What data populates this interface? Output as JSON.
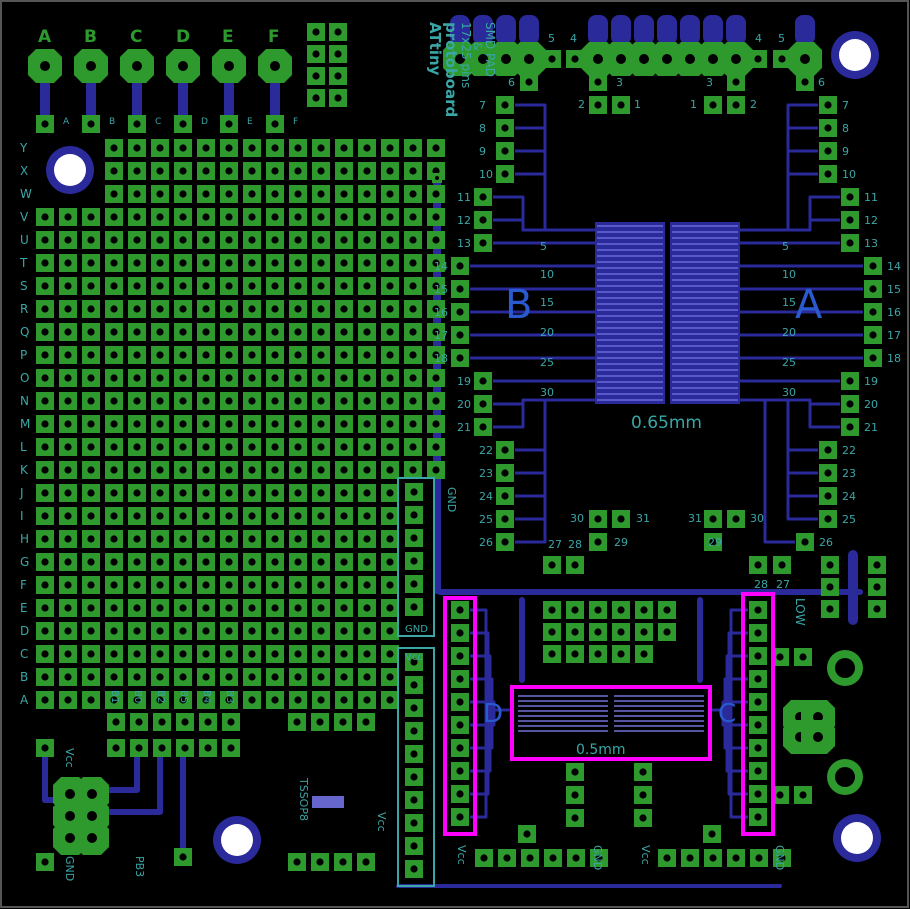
{
  "board": {
    "title": "ATtiny",
    "subtitle": "protoboard",
    "pins_text": "17x25 pins",
    "amp_text": "&",
    "smd_text": "SMD PAD"
  },
  "colors": {
    "background": "#000000",
    "copper": "#2a2a9a",
    "pad": "#2e9a2e",
    "silk": "#3aa6a6",
    "highlight": "#ff00ff"
  },
  "top_headers": [
    "A",
    "B",
    "C",
    "D",
    "E",
    "F"
  ],
  "top_header_small": [
    "A",
    "B",
    "C",
    "D",
    "E",
    "F"
  ],
  "row_labels": [
    "Y",
    "X",
    "W",
    "V",
    "U",
    "T",
    "S",
    "R",
    "Q",
    "P",
    "O",
    "N",
    "M",
    "L",
    "K",
    "J",
    "I",
    "H",
    "G",
    "F",
    "E",
    "D",
    "C",
    "B",
    "A"
  ],
  "bottom_pin_labels": [
    "B1",
    "B0",
    "B2",
    "B5",
    "B4",
    "B3"
  ],
  "net_labels": {
    "vcc": "Vcc",
    "gnd": "GND",
    "pb3": "PB3",
    "tssop": "TSSOP8",
    "low": "LOW"
  },
  "chip_labels": {
    "b": "B",
    "a": "A",
    "d": "D",
    "c": "C",
    "pitch1": "0.65mm",
    "pitch2": "0.5mm"
  },
  "chip_pin_numbers": {
    "left": [
      "7",
      "8",
      "9",
      "10",
      "11",
      "12",
      "13",
      "14",
      "15",
      "16",
      "17",
      "18",
      "19",
      "20",
      "21",
      "22",
      "23",
      "24",
      "25",
      "26"
    ],
    "right": [
      "7",
      "8",
      "9",
      "10",
      "11",
      "12",
      "13",
      "14",
      "15",
      "16",
      "17",
      "18",
      "19",
      "20",
      "21",
      "22",
      "23",
      "24",
      "25",
      "26"
    ],
    "top_left": [
      "5",
      "4",
      "6",
      "3",
      "2",
      "1"
    ],
    "top_right": [
      "4",
      "5",
      "6",
      "3",
      "2",
      "1"
    ],
    "bottom_left": [
      "27",
      "28",
      "29",
      "30",
      "31"
    ],
    "bottom_right": [
      "31",
      "30",
      "29",
      "28",
      "27"
    ],
    "inner": [
      "5",
      "10",
      "15",
      "20",
      "25",
      "30"
    ]
  }
}
